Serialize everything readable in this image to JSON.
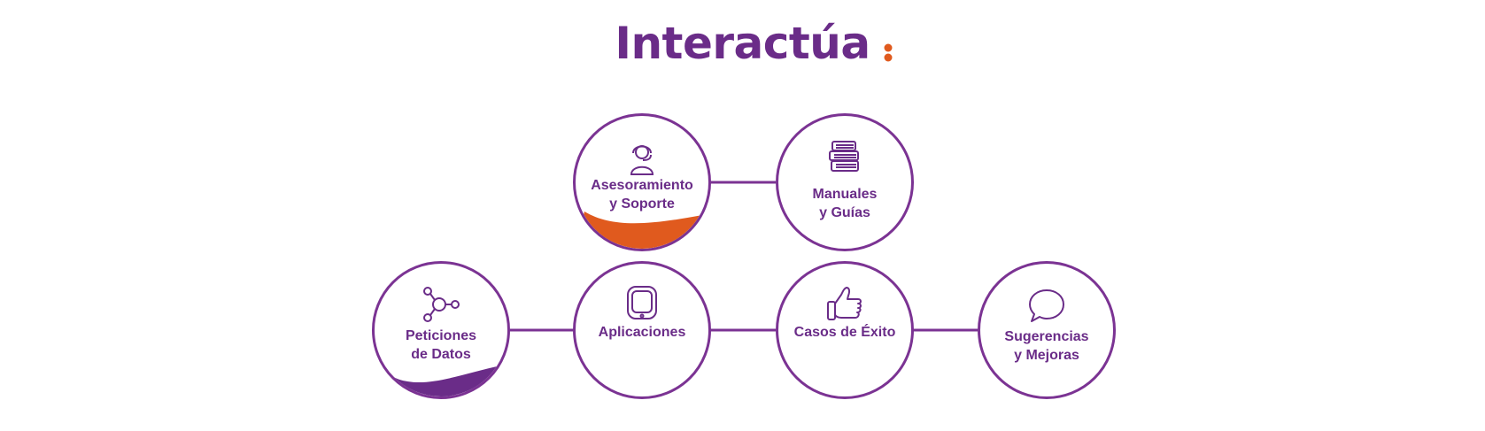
{
  "title": "Interactúa",
  "colors": {
    "brand_purple": "#6a2c88",
    "ring_purple": "#7b3393",
    "accent_orange": "#e05a1e"
  },
  "nodes": [
    {
      "id": "asesoramiento",
      "label": "Asesoramiento\ny Soporte",
      "icon": "headset-agent-icon",
      "accent": "orange-wave"
    },
    {
      "id": "manuales",
      "label": "Manuales\ny Guías",
      "icon": "book-stack-icon"
    },
    {
      "id": "peticiones",
      "label": "Peticiones\nde Datos",
      "icon": "network-nodes-icon",
      "accent": "purple-wave"
    },
    {
      "id": "aplicaciones",
      "label": "Aplicaciones",
      "icon": "tablet-device-icon"
    },
    {
      "id": "casos",
      "label": "Casos de Éxito",
      "icon": "thumbs-up-icon"
    },
    {
      "id": "sugerencias",
      "label": "Sugerencias\ny Mejoras",
      "icon": "speech-bubble-icon"
    }
  ]
}
